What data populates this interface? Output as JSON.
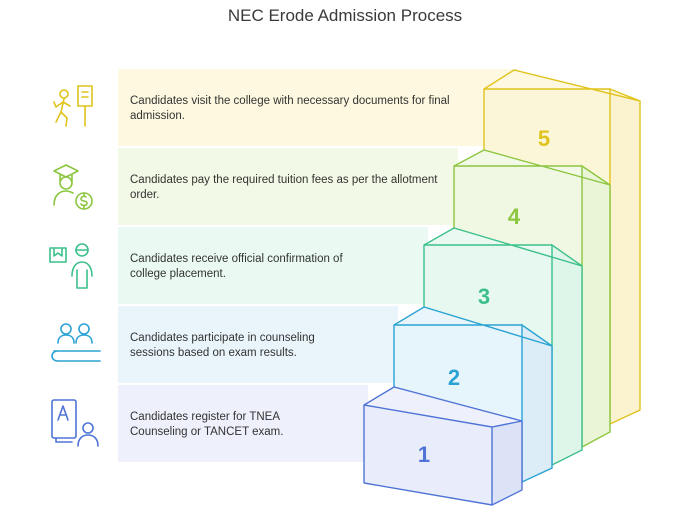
{
  "title": "NEC Erode Admission Process",
  "steps": [
    {
      "number": "1",
      "text": "Candidates register for TNEA Counseling or TANCET exam.",
      "color": "#4f74d6",
      "band": "#eef0fb",
      "face": "#e8ecfb",
      "icon": "exam-profile-icon"
    },
    {
      "number": "2",
      "text": "Candidates participate in counseling sessions based on exam results.",
      "color": "#2aa3d4",
      "band": "#eaf5fb",
      "face": "#e6f4fb",
      "icon": "counseling-group-icon"
    },
    {
      "number": "3",
      "text": "Candidates receive official confirmation of college placement.",
      "color": "#3cc08a",
      "band": "#eafaf2",
      "face": "#e6f8ef",
      "icon": "confirmation-icon"
    },
    {
      "number": "4",
      "text": "Candidates pay the required tuition fees as per the allotment order.",
      "color": "#8cc63f",
      "band": "#f2f9e6",
      "face": "#f0f8e3",
      "icon": "graduate-fee-icon"
    },
    {
      "number": "5",
      "text": "Candidates visit the college with necessary documents for final admission.",
      "color": "#e0c31c",
      "band": "#fdf8df",
      "face": "#fcf6d8",
      "icon": "visit-college-icon"
    }
  ]
}
